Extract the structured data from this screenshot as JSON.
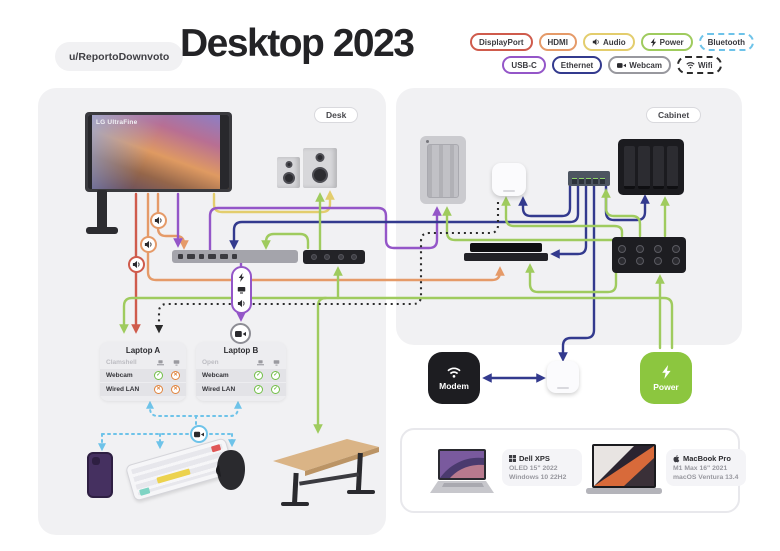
{
  "header": {
    "badge": "u/ReportoDownvoto",
    "title": "Desktop 2023"
  },
  "legend": {
    "items": [
      {
        "label": "DisplayPort",
        "color": "#cf5b4c",
        "style": "solid",
        "icon": ""
      },
      {
        "label": "HDMI",
        "color": "#e59a68",
        "style": "solid",
        "icon": ""
      },
      {
        "label": "Audio",
        "color": "#e3cd6d",
        "style": "solid",
        "icon": "speaker-icon"
      },
      {
        "label": "Power",
        "color": "#9fcb5e",
        "style": "solid",
        "icon": "bolt-icon"
      },
      {
        "label": "Bluetooth",
        "color": "#6ec3e9",
        "style": "dashed",
        "icon": ""
      },
      {
        "label": "USB-C",
        "color": "#9456c8",
        "style": "solid",
        "icon": ""
      },
      {
        "label": "Ethernet",
        "color": "#333a8e",
        "style": "solid",
        "icon": ""
      },
      {
        "label": "Webcam",
        "color": "#98989e",
        "style": "solid",
        "icon": "webcam-icon"
      },
      {
        "label": "Wifi",
        "color": "#2b2b2b",
        "style": "dashed",
        "icon": "wifi-icon"
      }
    ]
  },
  "desk": {
    "label": "Desk",
    "monitor_brand": "LG UltraFine",
    "laptop_a": {
      "title": "Laptop A",
      "state": "Clamshell",
      "rows": [
        {
          "name": "Webcam",
          "dock": "on",
          "direct": "off"
        },
        {
          "name": "Wired LAN",
          "dock": "off",
          "direct": "off"
        }
      ]
    },
    "laptop_b": {
      "title": "Laptop B",
      "state": "Open",
      "rows": [
        {
          "name": "Webcam",
          "dock": "on",
          "direct": "on"
        },
        {
          "name": "Wired LAN",
          "dock": "on",
          "direct": "on"
        }
      ]
    }
  },
  "cabinet": {
    "label": "Cabinet"
  },
  "nodes": {
    "modem_label": "Modem",
    "power_label": "Power"
  },
  "badges": {
    "audio_line_icon": "speaker-icon",
    "usbc_pill_icons": [
      "bolt-icon",
      "display-icon",
      "speaker-icon"
    ],
    "webcam_badge_icon": "webcam-icon",
    "modem_icon": "wifi-icon",
    "power_icon": "bolt-icon"
  },
  "footer": {
    "laptops": [
      {
        "name": "Dell XPS",
        "logo": "windows-logo",
        "spec": "OLED 15\" 2022",
        "os": "Windows 10 22H2"
      },
      {
        "name": "MacBook Pro",
        "logo": "apple-logo",
        "spec": "M1 Max 16\" 2021",
        "os": "macOS Ventura 13.4"
      }
    ]
  }
}
